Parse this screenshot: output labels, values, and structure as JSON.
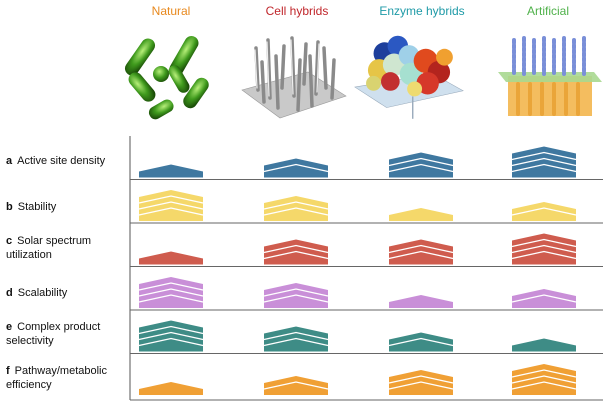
{
  "columns": [
    {
      "label": "Natural",
      "color": "#e8891e"
    },
    {
      "label": "Cell hybrids",
      "color": "#c0262b"
    },
    {
      "label": "Enzyme hybrids",
      "color": "#1e9aa7"
    },
    {
      "label": "Artificial",
      "color": "#4fb14a"
    }
  ],
  "rows": [
    {
      "letter": "a",
      "label": "Active site density",
      "color": "#3f78a0",
      "levels": [
        1,
        2,
        3,
        4
      ]
    },
    {
      "letter": "b",
      "label": "Stability",
      "color": "#f5d86a",
      "levels": [
        4,
        3,
        1,
        2
      ]
    },
    {
      "letter": "c",
      "label": "Solar spectrum utilization",
      "color": "#cf5c4e",
      "levels": [
        1,
        3,
        3,
        4
      ]
    },
    {
      "letter": "d",
      "label": "Scalability",
      "color": "#c98fd8",
      "levels": [
        4,
        3,
        1,
        2
      ]
    },
    {
      "letter": "e",
      "label": "Complex product selectivity",
      "color": "#3e8c86",
      "levels": [
        4,
        3,
        2,
        1
      ]
    },
    {
      "letter": "f",
      "label": "Pathway/metabolic efficiency",
      "color": "#f0a035",
      "levels": [
        1,
        2,
        3,
        4
      ]
    }
  ]
}
